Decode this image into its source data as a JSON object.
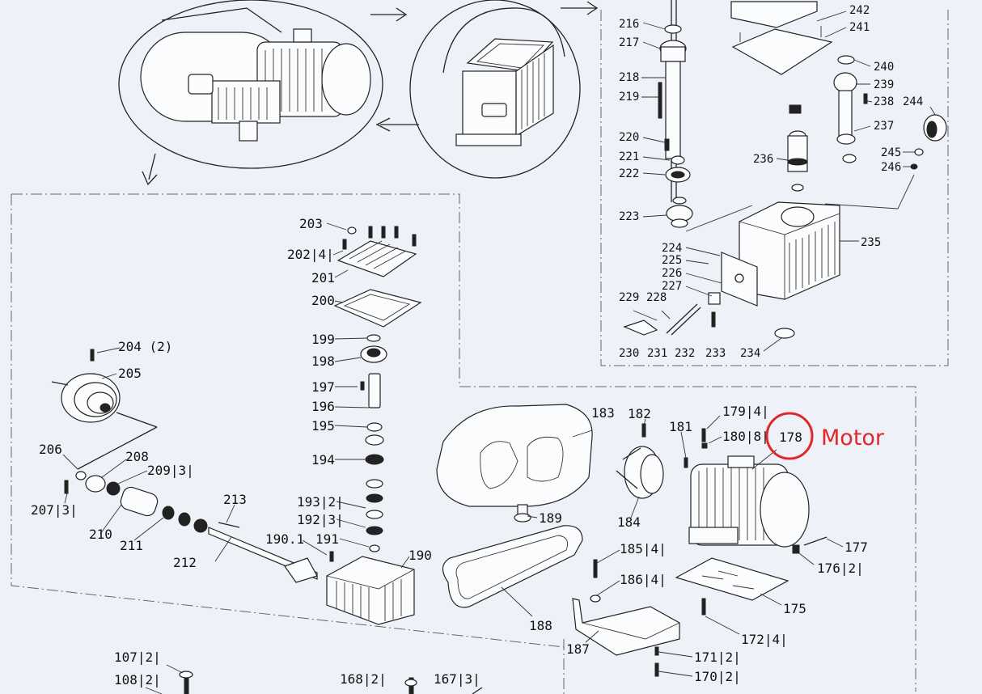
{
  "diagram": {
    "labels": {
      "l216": "216",
      "l217": "217",
      "l218": "218",
      "l219": "219",
      "l220": "220",
      "l221": "221",
      "l222": "222",
      "l223": "223",
      "l224": "224",
      "l225": "225",
      "l226": "226",
      "l227": "227",
      "l228": "228",
      "l229": "229",
      "l230": "230",
      "l231": "231",
      "l232": "232",
      "l233": "233",
      "l234": "234",
      "l235": "235",
      "l236": "236",
      "l237": "237",
      "l238": "238",
      "l239": "239",
      "l240": "240",
      "l241": "241",
      "l242": "242",
      "l244": "244",
      "l245": "245",
      "l246": "246",
      "l203": "203",
      "l202": "202|4|",
      "l201": "201",
      "l200": "200",
      "l199": "199",
      "l198": "198",
      "l197": "197",
      "l196": "196",
      "l195": "195",
      "l194": "194",
      "l193": "193|2|",
      "l192": "192|3|",
      "l191": "191",
      "l190_1": "190.1",
      "l190": "190",
      "l204": "204 (2)",
      "l205": "205",
      "l206": "206",
      "l207": "207|3|",
      "l208": "208",
      "l209": "209|3|",
      "l210": "210",
      "l211": "211",
      "l212": "212",
      "l213": "213",
      "l183": "183",
      "l182": "182",
      "l181": "181",
      "l179": "179|4|",
      "l180": "180|8|",
      "l178": "178",
      "l184": "184",
      "l189": "189",
      "l188": "188",
      "l185": "185|4|",
      "l186": "186|4|",
      "l187": "187",
      "l177": "177",
      "l176": "176|2|",
      "l175": "175",
      "l172": "172|4|",
      "l171": "171|2|",
      "l170": "170|2|",
      "l107": "107|2|",
      "l108": "108|2|",
      "l168": "168|2|",
      "l167": "167|3|"
    },
    "annotation": {
      "text": "Motor",
      "color": "#e0282c",
      "target": "178"
    }
  }
}
